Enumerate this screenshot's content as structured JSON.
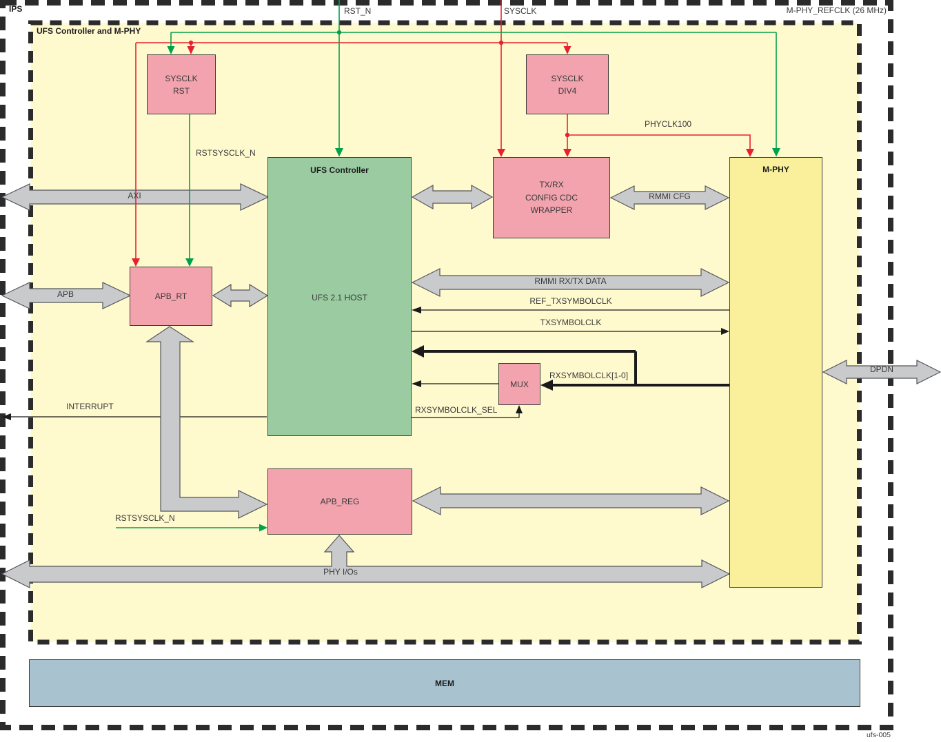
{
  "colors": {
    "region_fill": "#FFF9CE",
    "mphy_fill": "#FAF09B",
    "block_pink": "#F2A3AE",
    "block_green": "#9BCBA0",
    "mem_blue": "#A8C3CF",
    "bus_gray": "#C9CACC",
    "bus_outline": "#55565A",
    "line_red": "#E9202E",
    "line_green": "#00A14D",
    "line_black": "#1A1A1A",
    "border_dark": "#3C3C3C"
  },
  "frame": {
    "ips_label": "IPS",
    "region_label": "UFS Controller and M-PHY",
    "figure_id": "ufs-005"
  },
  "top_signals": {
    "rst_n": "RST_N",
    "sysclk": "SYSCLK",
    "mphy_refclk": "M-PHY_REFCLK (26 MHz)"
  },
  "blocks": {
    "sysclk_rst": "SYSCLK\nRST",
    "sysclk_div4": "SYSCLK\nDIV4",
    "ufs_controller_title": "UFS Controller",
    "ufs_controller_core": "UFS 2.1 HOST",
    "txrx_cdc_wrapper": "TX/RX\nCONFIG CDC\nWRAPPER",
    "mphy": "M-PHY",
    "apb_rt": "APB_RT",
    "mux": "MUX",
    "apb_reg": "APB_REG",
    "mem": "MEM"
  },
  "buses": {
    "axi": "AXI",
    "apb": "APB",
    "rmmi_cfg": "RMMI CFG",
    "rmmi_rxtx_data": "RMMI RX/TX DATA",
    "dpdn": "DPDN",
    "phy_ios": "PHY I/Os"
  },
  "signals": {
    "rstsysclk_n_top": "RSTSYSCLK_N",
    "rstsysclk_n_bottom": "RSTSYSCLK_N",
    "phyclk100": "PHYCLK100",
    "ref_txsymbolclk": "REF_TXSYMBOLCLK",
    "txsymbolclk": "TXSYMBOLCLK",
    "rxsymbolclk_bus": "RXSYMBOLCLK[1-0]",
    "rxsymbolclk_sel": "RXSYMBOLCLK_SEL",
    "interrupt": "INTERRUPT"
  }
}
